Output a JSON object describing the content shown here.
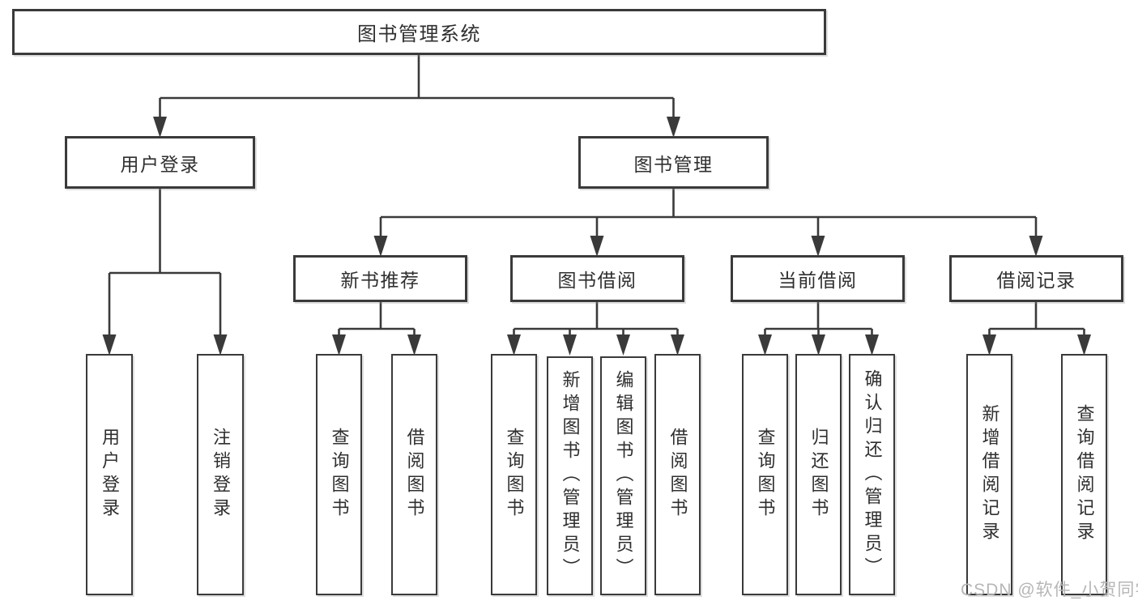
{
  "colors": {
    "line": "#3a3a3a",
    "text": "#2f2f2f",
    "box_bg": "#ffffff",
    "page_bg": "#ffffff",
    "watermark": "#b6b6b6"
  },
  "watermark": {
    "text": "CSDN @软件_小贺同学"
  },
  "diagram": {
    "root": {
      "label": "图书管理系统",
      "children": [
        {
          "label": "用户登录",
          "children": [
            {
              "label": "用户登录"
            },
            {
              "label": "注销登录"
            }
          ]
        },
        {
          "label": "图书管理",
          "children": [
            {
              "label": "新书推荐",
              "children": [
                {
                  "label": "查询图书"
                },
                {
                  "label": "借阅图书"
                }
              ]
            },
            {
              "label": "图书借阅",
              "children": [
                {
                  "label": "查询图书"
                },
                {
                  "label": "新增图书（管理员）"
                },
                {
                  "label": "编辑图书（管理员）"
                },
                {
                  "label": "借阅图书"
                }
              ]
            },
            {
              "label": "当前借阅",
              "children": [
                {
                  "label": "查询图书"
                },
                {
                  "label": "归还图书"
                },
                {
                  "label": "确认归还（管理员）"
                }
              ]
            },
            {
              "label": "借阅记录",
              "children": [
                {
                  "label": "新增借阅记录"
                },
                {
                  "label": "查询借阅记录"
                }
              ]
            }
          ]
        }
      ]
    }
  }
}
